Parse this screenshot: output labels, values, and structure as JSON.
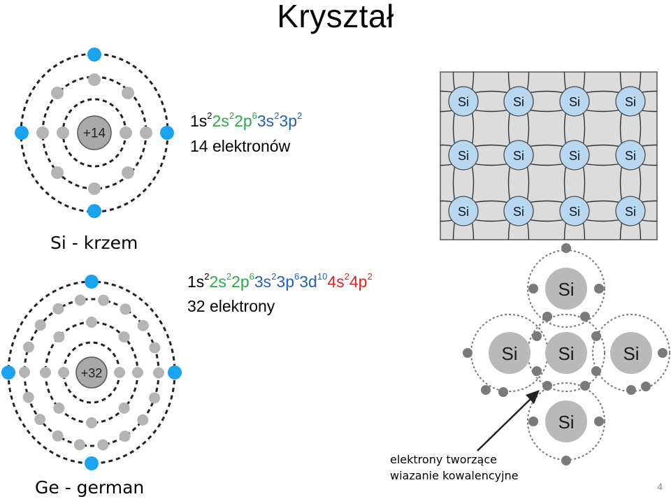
{
  "slide": {
    "title": "Kryształ",
    "page_number": "4"
  },
  "silicon": {
    "label": "Si - krzem",
    "nucleus": "+14",
    "config": [
      {
        "orbital": "1s",
        "count": "2",
        "color": "#000000"
      },
      {
        "orbital": "2s",
        "count": "2",
        "color": "#2aa84a"
      },
      {
        "orbital": "2p",
        "count": "6",
        "color": "#2aa84a"
      },
      {
        "orbital": "3s",
        "count": "2",
        "color": "#1f5fbf"
      },
      {
        "orbital": "3p",
        "count": "2",
        "color": "#1f5fbf"
      }
    ],
    "electrons_text": "14 elektronów"
  },
  "germanium": {
    "label": "Ge - german",
    "nucleus": "+32",
    "config": [
      {
        "orbital": "1s",
        "count": "2",
        "color": "#000000"
      },
      {
        "orbital": "2s",
        "count": "2",
        "color": "#2aa84a"
      },
      {
        "orbital": "2p",
        "count": "6",
        "color": "#2aa84a"
      },
      {
        "orbital": "3s",
        "count": "2",
        "color": "#1f5fbf"
      },
      {
        "orbital": "3p",
        "count": "6",
        "color": "#1f5fbf"
      },
      {
        "orbital": "3d",
        "count": "10",
        "color": "#1f5fbf"
      },
      {
        "orbital": "4s",
        "count": "2",
        "color": "#e02020"
      },
      {
        "orbital": "4p",
        "count": "2",
        "color": "#e02020"
      }
    ],
    "electrons_text": "32 elektrony"
  },
  "lattice": {
    "atom_label": "Si",
    "rows": 3,
    "cols": 4,
    "background": "#dcdcdc",
    "atom_color": "#b8d8f2"
  },
  "bonding": {
    "atom_label": "Si",
    "note_line1": "elektrony tworzące",
    "note_line2": "wiazanie kowalencyjne"
  },
  "colors": {
    "valence_electron": "#1aa3f0",
    "inner_electron": "#b4b4b4",
    "bond_electron": "#7a7a7a",
    "nucleus": "#a9a9a9"
  }
}
